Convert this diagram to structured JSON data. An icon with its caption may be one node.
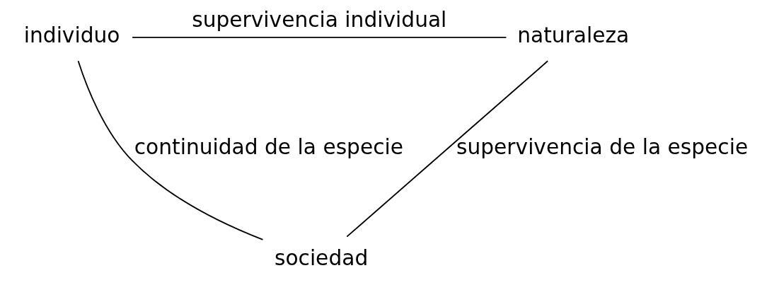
{
  "diagram": {
    "nodes": [
      {
        "text": [
          "individuo"
        ]
      },
      {
        "text": [
          "naturaleza"
        ]
      },
      {
        "text": [
          "sociedad"
        ]
      }
    ],
    "edges": [
      {
        "from": 0,
        "to": 1,
        "arrow": "none",
        "label": "supervivencia individual"
      },
      {
        "from": 0,
        "to": 2,
        "arrow": "none",
        "label": "continuidad de la especie"
      },
      {
        "from": 1,
        "to": 2,
        "arrow": "none",
        "label": "supervivencia de la especie"
      }
    ]
  }
}
